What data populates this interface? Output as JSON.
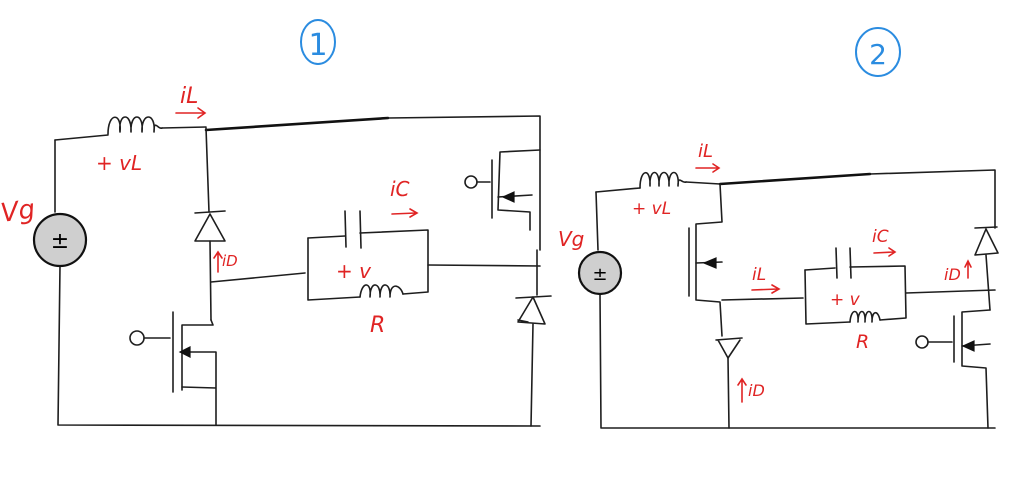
{
  "diagram": {
    "circuit_1": {
      "number": "1",
      "source_label": "Vg",
      "source_sign": "±",
      "inductor_current": "iL",
      "inductor_voltage": "+ vL",
      "diode_current": "iD",
      "capacitor_current": "iC",
      "output_voltage": "+ v",
      "resistor_label": "R"
    },
    "circuit_2": {
      "number": "2",
      "source_label": "Vg",
      "source_sign": "±",
      "inductor_current": "iL",
      "inductor_voltage": "+ vL",
      "branch_current": "iL",
      "capacitor_current": "iC",
      "output_voltage": "+ v",
      "resistor_label": "R",
      "diode_current_upper": "iD",
      "diode_current_lower": "iD"
    }
  }
}
